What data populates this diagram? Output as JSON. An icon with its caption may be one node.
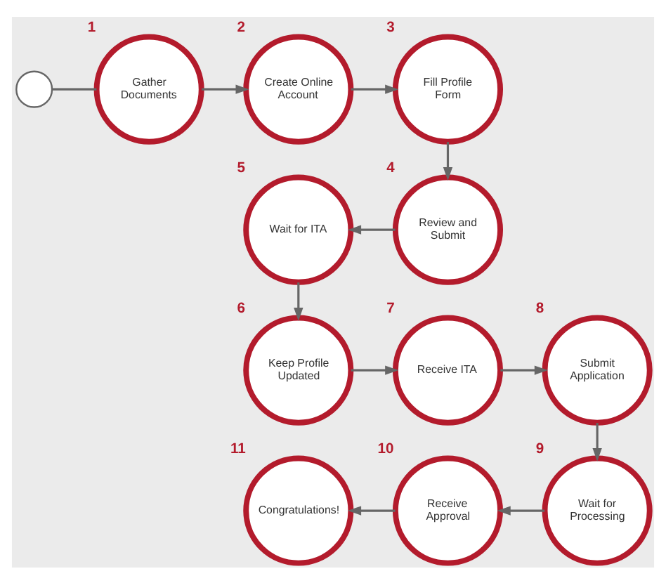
{
  "diagram": {
    "nodes": [
      {
        "text": [],
        "shape": "circle"
      },
      {
        "text": [
          "Gather Documents"
        ],
        "beside": [
          "1"
        ]
      },
      {
        "text": [
          "Create Online Account"
        ],
        "beside": [
          "2"
        ]
      },
      {
        "text": [
          "Fill Profile Form"
        ],
        "beside": [
          "3"
        ]
      },
      {
        "text": [
          "Review and Submit"
        ],
        "beside": [
          "4"
        ]
      },
      {
        "text": [
          "Wait for ITA"
        ],
        "beside": [
          "5"
        ]
      },
      {
        "text": [
          "Keep Profile Updated"
        ],
        "beside": [
          "6"
        ]
      },
      {
        "text": [
          "Receive ITA"
        ],
        "beside": [
          "7"
        ]
      },
      {
        "text": [
          "Submit Application"
        ],
        "beside": [
          "8"
        ]
      },
      {
        "text": [
          "Wait for Processing"
        ],
        "beside": [
          "9"
        ]
      },
      {
        "text": [
          "Receive Approval"
        ],
        "beside": [
          "10"
        ]
      },
      {
        "text": [
          "Congratulations!"
        ],
        "beside": [
          "11"
        ]
      }
    ],
    "edges": [
      {
        "from": 0,
        "to": 1,
        "arrow": "none"
      },
      {
        "from": 1,
        "to": 2,
        "arrow": "to"
      },
      {
        "from": 2,
        "to": 3,
        "arrow": "to"
      },
      {
        "from": 3,
        "to": 4,
        "arrow": "to"
      },
      {
        "from": 4,
        "to": 5,
        "arrow": "to"
      },
      {
        "from": 5,
        "to": 6,
        "arrow": "to"
      },
      {
        "from": 6,
        "to": 7,
        "arrow": "to"
      },
      {
        "from": 7,
        "to": 8,
        "arrow": "to"
      },
      {
        "from": 8,
        "to": 9,
        "arrow": "to"
      },
      {
        "from": 9,
        "to": 10,
        "arrow": "to"
      },
      {
        "from": 10,
        "to": 11,
        "arrow": "to"
      }
    ]
  }
}
